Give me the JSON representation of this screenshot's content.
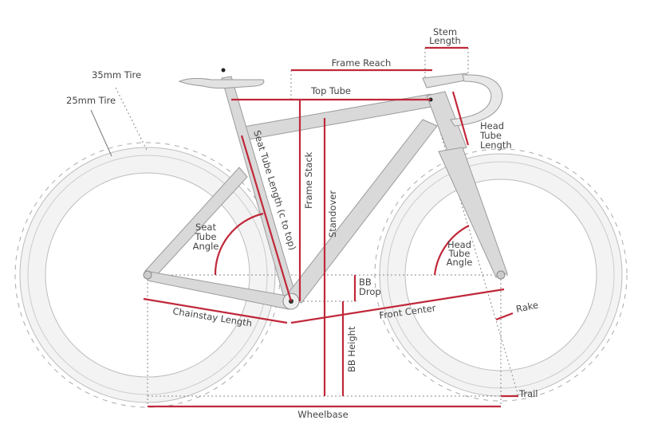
{
  "labels": {
    "tire_35": "35mm Tire",
    "tire_25": "25mm Tire",
    "stem_length": [
      "Stem",
      "Length"
    ],
    "frame_reach": "Frame Reach",
    "top_tube": "Top Tube",
    "head_tube_length": [
      "Head",
      "Tube",
      "Length"
    ],
    "seat_tube_length": "Seat Tube Length (c to top)",
    "frame_stack": "Frame Stack",
    "standover": "Standover",
    "seat_tube_angle": [
      "Seat",
      "Tube",
      "Angle"
    ],
    "head_tube_angle": [
      "Head",
      "Tube",
      "Angle"
    ],
    "bb_drop": [
      "BB",
      "Drop"
    ],
    "bb_height": "BB Height",
    "chainstay_length": "Chainstay Length",
    "front_center": "Front Center",
    "rake": "Rake",
    "trail": "Trail",
    "wheelbase": "Wheelbase"
  },
  "colors": {
    "dimension": "#c0283a",
    "frame": "#d9d9d9"
  }
}
